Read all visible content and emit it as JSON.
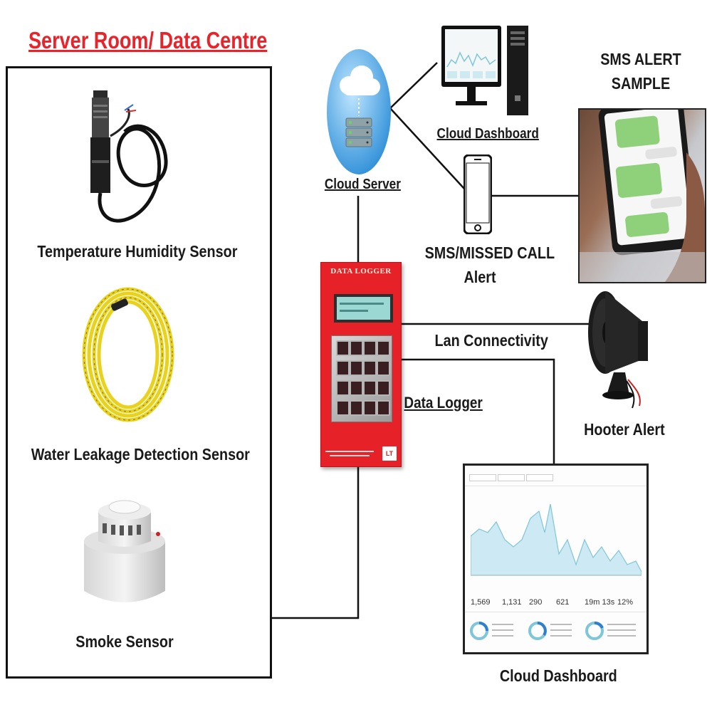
{
  "title": "Server Room/ Data Centre",
  "sensors": {
    "temperature": "Temperature Humidity Sensor",
    "water": "Water Leakage Detection Sensor",
    "smoke": "Smoke Sensor"
  },
  "cloud_server": "Cloud Server",
  "cloud_dashboard_top": "Cloud Dashboard",
  "sms_alert_sample": "SMS ALERT\nSAMPLE",
  "sms_missed_call": "SMS/MISSED CALL\nAlert",
  "lan_connectivity": "Lan Connectivity",
  "data_logger_label": "Data Logger",
  "hooter_alert": "Hooter Alert",
  "cloud_dashboard_bottom": "Cloud Dashboard",
  "device": {
    "title": "DATA LOGGER",
    "logo": "LT"
  },
  "dashboard": {
    "stats": [
      "1,569",
      "1,131",
      "290",
      "621",
      "19m 13s",
      "12%"
    ]
  },
  "colors": {
    "title_red": "#e8232a",
    "logger_red": "#e62228",
    "cloud_blue": "#2f8fd8",
    "cable_yellow": "#e8d21c",
    "sms_green": "#8fd07a"
  }
}
